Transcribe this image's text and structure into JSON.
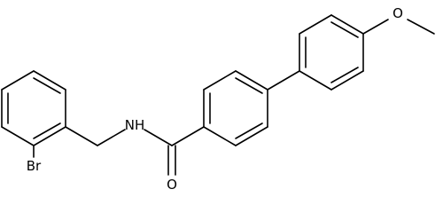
{
  "molecule": {
    "atoms": {
      "bromine": "Br",
      "nitrogen": "NH",
      "oxygen_carbonyl": "O",
      "oxygen_ether": "O"
    }
  }
}
